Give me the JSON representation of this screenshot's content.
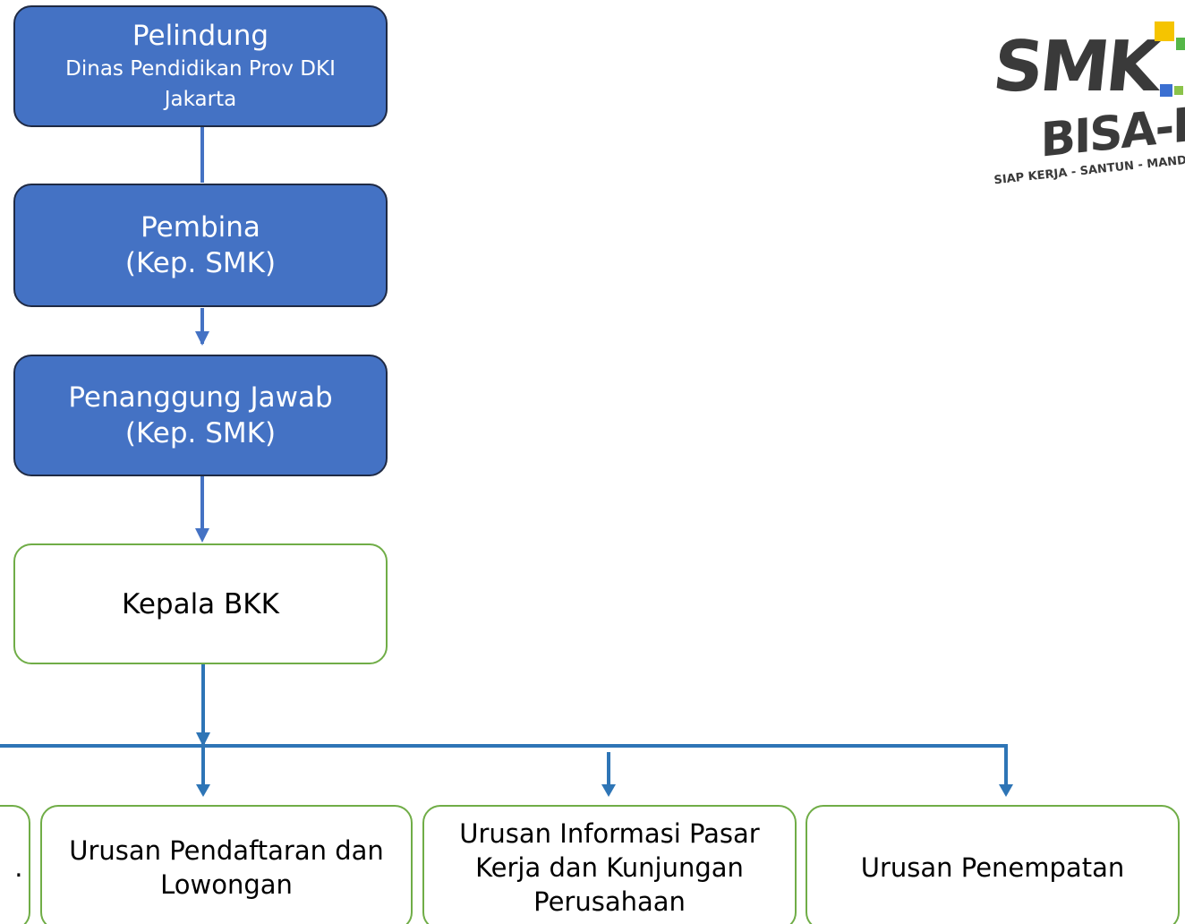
{
  "nodes": {
    "pelindung": {
      "title": "Pelindung",
      "subtitle": "Dinas Pendidikan Prov DKI Jakarta"
    },
    "pembina": {
      "title": "Pembina",
      "subtitle": "(Kep. SMK)"
    },
    "penanggung_jawab": {
      "title": "Penanggung Jawab",
      "subtitle": "(Kep. SMK)"
    },
    "kepala_bkk": {
      "title": "Kepala BKK"
    },
    "urusan": [
      {
        "label": "…"
      },
      {
        "label": "Urusan Pendaftaran dan Lowongan"
      },
      {
        "label": "Urusan Informasi Pasar Kerja dan Kunjungan Perusahaan"
      },
      {
        "label": "Urusan Penempatan"
      }
    ]
  },
  "logo": {
    "line1": "SMK",
    "line2": "BISA-HE",
    "tagline": "SIAP KERJA - SANTUN - MANDIRI"
  },
  "colors": {
    "box_fill": "#4472c4",
    "box_border": "#1f2a44",
    "sub_border": "#70ad47",
    "connector": "#2e75b6"
  }
}
